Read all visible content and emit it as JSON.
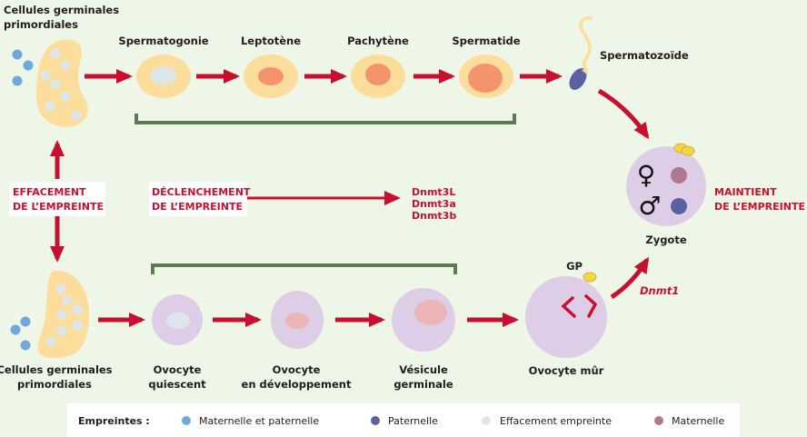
{
  "colors": {
    "background": "#eef6e7",
    "arrow": "#c8102e",
    "bracket": "#5d7a55",
    "sperm_cell": "#fddd9b",
    "sperm_nucleus_erased": "#dde6ea",
    "sperm_nucleus": "#f4946c",
    "oocyte": "#decde6",
    "oocyte_nucleus": "#ecb4b4",
    "paternal": "#5b62a3",
    "maternal": "#b0788f",
    "mat_pat": "#6fa7de",
    "erased": "#dde6ea",
    "polar_body": "#f6d647"
  },
  "male_line": {
    "origin_label_1": "Cellules germinales",
    "origin_label_2": "primordiales",
    "stages": [
      "Spermatogonie",
      "Leptotène",
      "Pachytène",
      "Spermatide"
    ],
    "final_label": "Spermatozoïde"
  },
  "female_line": {
    "origin_label_1": "Cellules germinales",
    "origin_label_2": "primordiales",
    "stages": [
      {
        "line1": "Ovocyte",
        "line2": "quiescent"
      },
      {
        "line1": "Ovocyte",
        "line2": "en développement"
      },
      {
        "line1": "Vésicule",
        "line2": "germinale"
      }
    ],
    "mature_label": "Ovocyte mûr",
    "polar_body_label": "GP"
  },
  "zygote": {
    "label": "Zygote",
    "female_symbol": "♀",
    "male_symbol": "♂"
  },
  "annotations": {
    "erasure_1": "EFFACEMENT",
    "erasure_2": "DE L’EMPREINTE",
    "trigger_1": "DÉCLENCHEMENT",
    "trigger_2": "DE L’EMPREINTE",
    "enzymes": [
      "Dnmt3L",
      "Dnmt3a",
      "Dnmt3b"
    ],
    "maintenance_enzyme": "Dnmt1",
    "maintain_1": "MAINTIENT",
    "maintain_2": "DE L’EMPREINTE"
  },
  "legend": {
    "title": "Empreintes :",
    "items": [
      {
        "label": "Maternelle et paternelle",
        "color": "#6fa7de"
      },
      {
        "label": "Paternelle",
        "color": "#5b62a3"
      },
      {
        "label": "Effacement empreinte",
        "color": "#dde6ea"
      },
      {
        "label": "Maternelle",
        "color": "#b0788f"
      }
    ]
  }
}
